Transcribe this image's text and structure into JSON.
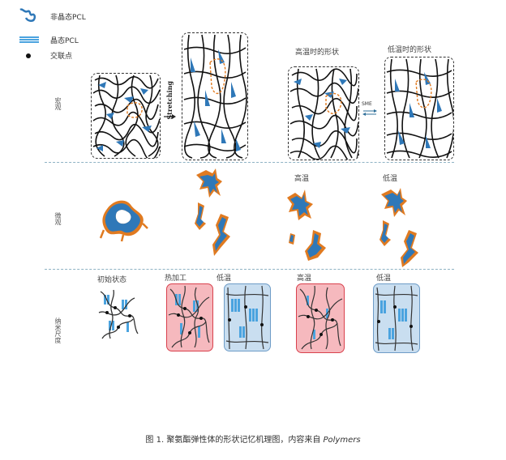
{
  "legend": {
    "items": [
      {
        "icon": "amorphous-pcl-icon",
        "label": "非晶态PCL"
      },
      {
        "icon": "crystalline-pcl-icon",
        "label": "晶态PCL"
      },
      {
        "icon": "crosslink-point-icon",
        "label": "交联点"
      }
    ]
  },
  "rows": {
    "macro": "宏观",
    "micro": "微观",
    "nano": "纳米尺度"
  },
  "top": {
    "stretching": "Stretching",
    "high_temp_shape": "高温时的形状",
    "low_temp_shape": "低温时的形状",
    "sme": "SME"
  },
  "middle": {
    "high_temp": "高温",
    "low_temp": "低温"
  },
  "bottom": {
    "initial": "初始状态",
    "hot_work": "热加工",
    "low_temp_1": "低温",
    "high_temp": "高温",
    "low_temp_2": "低温"
  },
  "caption": {
    "text": "图 1. 聚氨酯弹性体的形状记忆机理图，内容来自 ",
    "source": "Polymers"
  },
  "colors": {
    "amorphous": "#2f78b8",
    "crystalline": "#4aa3df",
    "outline": "#e07a20",
    "hot_bg": "#f6b9be",
    "cold_bg": "#c9def0"
  }
}
